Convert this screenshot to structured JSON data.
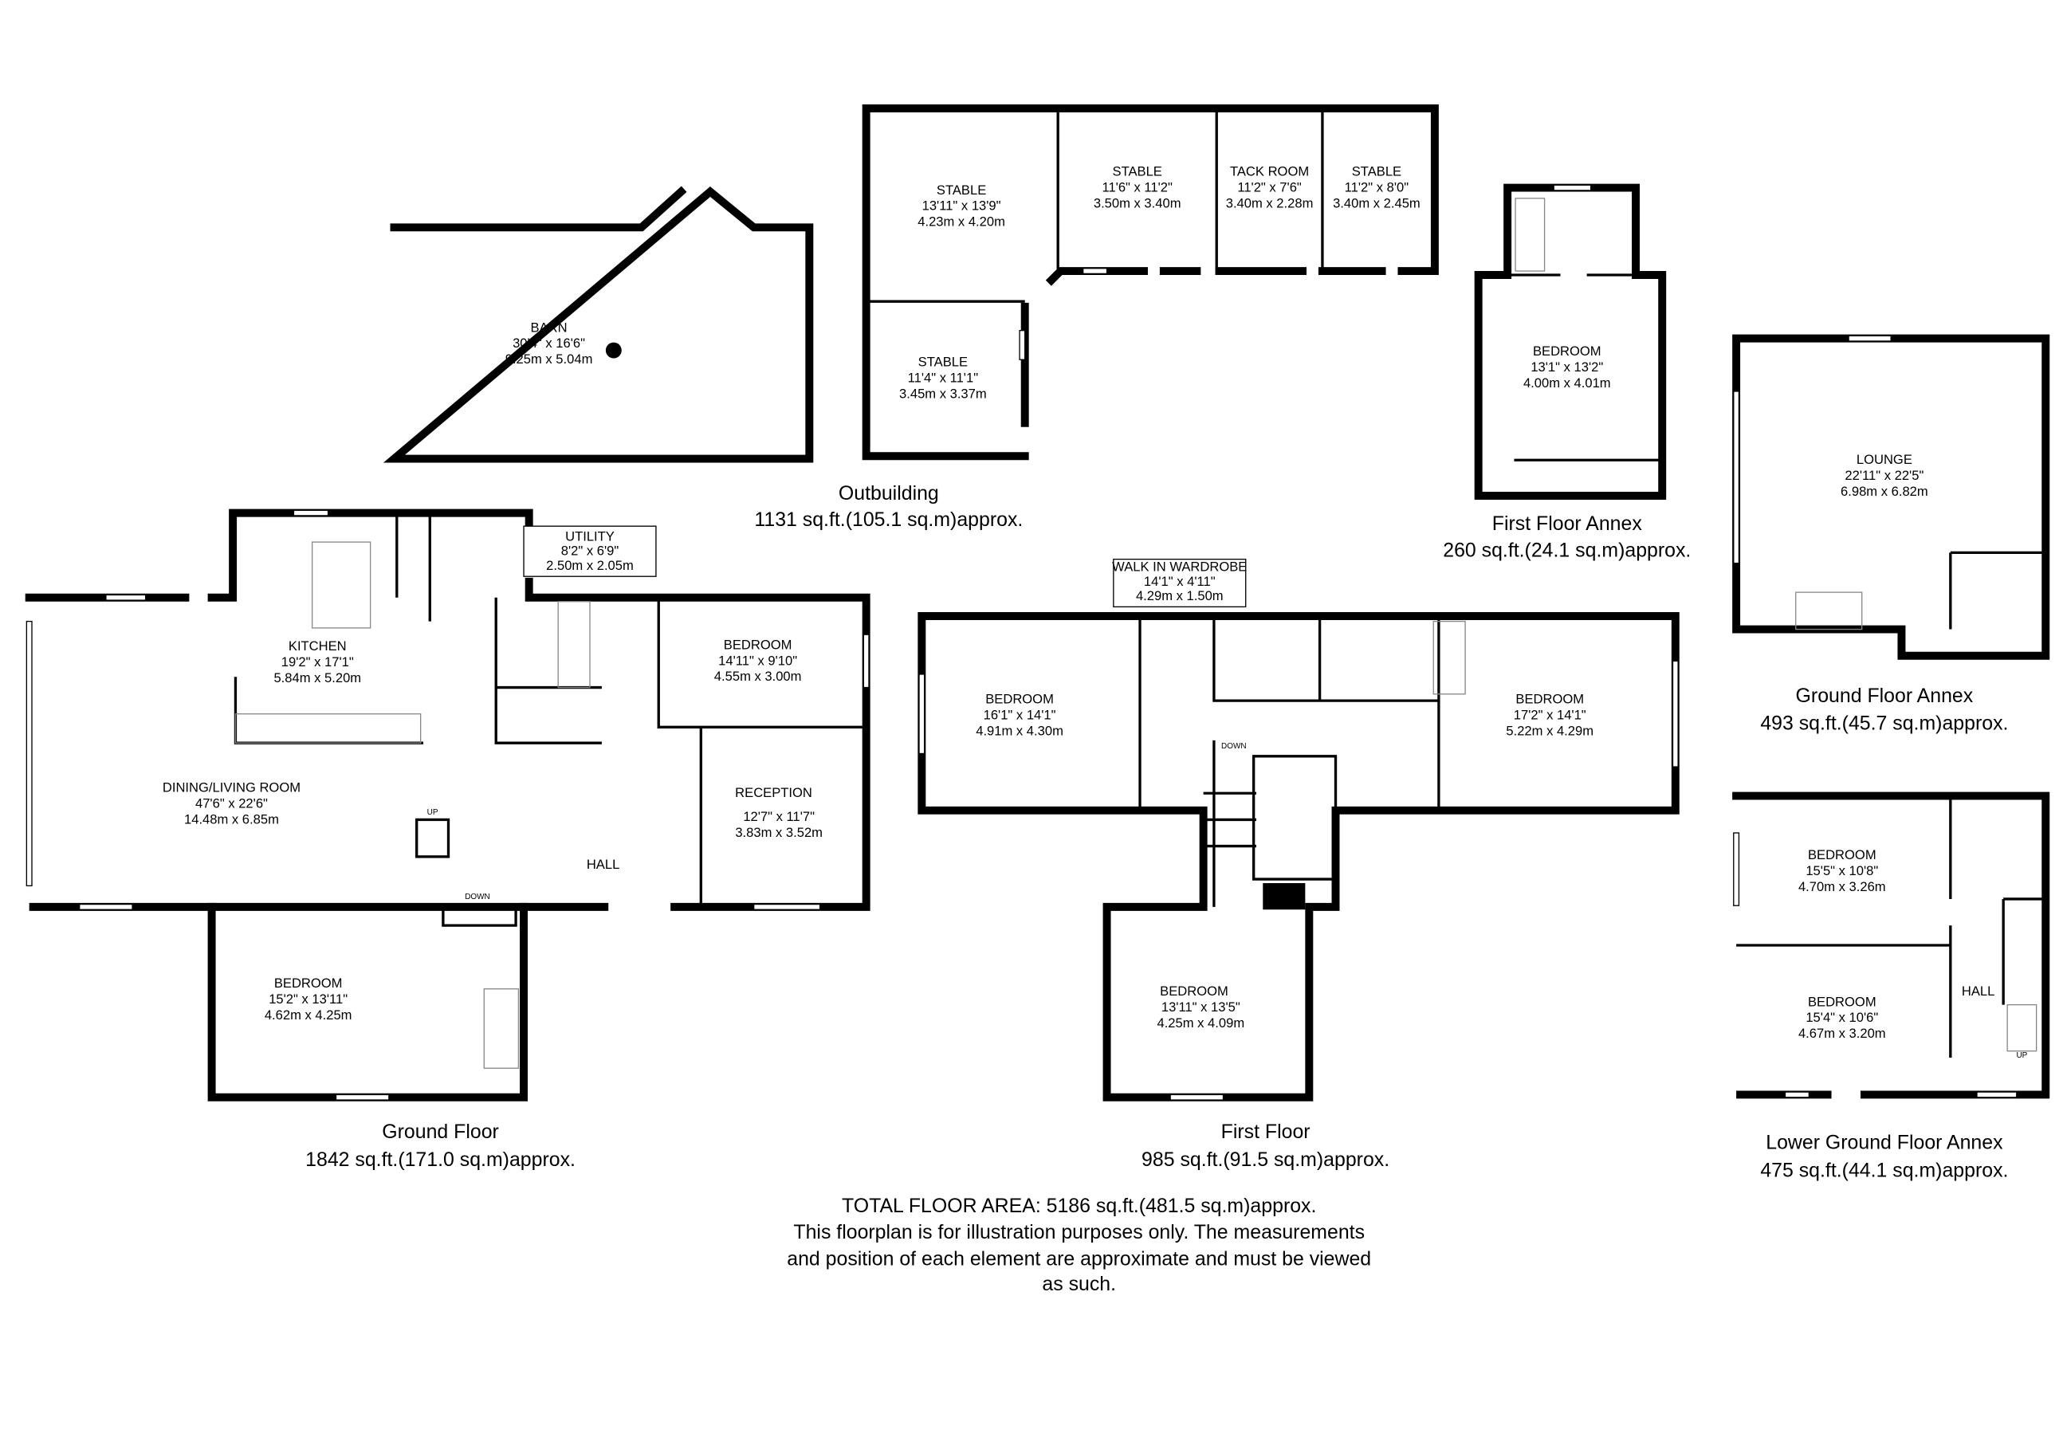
{
  "barn": {
    "name": "BARN",
    "imperial": "30'4\" x 16'6\"",
    "metric": "9.25m x 5.04m"
  },
  "outbuilding": {
    "rooms": [
      {
        "name": "STABLE",
        "imperial": "13'11\" x 13'9\"",
        "metric": "4.23m x 4.20m"
      },
      {
        "name": "STABLE",
        "imperial": "11'6\" x 11'2\"",
        "metric": "3.50m x 3.40m"
      },
      {
        "name": "TACK ROOM",
        "imperial": "11'2\" x 7'6\"",
        "metric": "3.40m x 2.28m"
      },
      {
        "name": "STABLE",
        "imperial": "11'2\" x 8'0\"",
        "metric": "3.40m x 2.45m"
      },
      {
        "name": "STABLE",
        "imperial": "11'4\" x 11'1\"",
        "metric": "3.45m x 3.37m"
      }
    ],
    "caption": "Outbuilding",
    "area": "1131 sq.ft.(105.1 sq.m)approx."
  },
  "first_floor_annex": {
    "rooms": [
      {
        "name": "BEDROOM",
        "imperial": "13'1\" x 13'2\"",
        "metric": "4.00m x 4.01m"
      }
    ],
    "caption": "First Floor Annex",
    "area": "260 sq.ft.(24.1 sq.m)approx."
  },
  "ground_floor_annex": {
    "rooms": [
      {
        "name": "LOUNGE",
        "imperial": "22'11\" x 22'5\"",
        "metric": "6.98m x 6.82m"
      }
    ],
    "caption": "Ground Floor Annex",
    "area": "493 sq.ft.(45.7 sq.m)approx."
  },
  "ground_floor": {
    "rooms": [
      {
        "name": "UTILITY",
        "imperial": "8'2\" x 6'9\"",
        "metric": "2.50m x 2.05m"
      },
      {
        "name": "KITCHEN",
        "imperial": "19'2\" x 17'1\"",
        "metric": "5.84m x 5.20m"
      },
      {
        "name": "BEDROOM",
        "imperial": "14'11\" x 9'10\"",
        "metric": "4.55m x 3.00m"
      },
      {
        "name": "DINING/LIVING ROOM",
        "imperial": "47'6\" x 22'6\"",
        "metric": "14.48m x 6.85m"
      },
      {
        "name": "RECEPTION",
        "imperial": "12'7\" x 11'7\"",
        "metric": "3.83m x 3.52m"
      },
      {
        "name": "BEDROOM",
        "imperial": "15'2\" x 13'11\"",
        "metric": "4.62m x 4.25m"
      }
    ],
    "hall": "HALL",
    "up": "UP",
    "down": "DOWN",
    "caption": "Ground Floor",
    "area": "1842 sq.ft.(171.0 sq.m)approx."
  },
  "first_floor": {
    "rooms": [
      {
        "name": "WALK IN WARDROBE",
        "imperial": "14'1\" x 4'11\"",
        "metric": "4.29m x 1.50m"
      },
      {
        "name": "BEDROOM",
        "imperial": "16'1\" x 14'1\"",
        "metric": "4.91m x 4.30m"
      },
      {
        "name": "BEDROOM",
        "imperial": "17'2\" x 14'1\"",
        "metric": "5.22m x 4.29m"
      },
      {
        "name": "BEDROOM",
        "imperial": "13'11\" x 13'5\"",
        "metric": "4.25m x 4.09m"
      }
    ],
    "down": "DOWN",
    "caption": "First Floor",
    "area": "985 sq.ft.(91.5 sq.m)approx."
  },
  "lower_ground_floor_annex": {
    "rooms": [
      {
        "name": "BEDROOM",
        "imperial": "15'5\" x 10'8\"",
        "metric": "4.70m x 3.26m"
      },
      {
        "name": "BEDROOM",
        "imperial": "15'4\" x 10'6\"",
        "metric": "4.67m x 3.20m"
      }
    ],
    "hall": "HALL",
    "up": "UP",
    "caption": "Lower Ground Floor Annex",
    "area": "475 sq.ft.(44.1 sq.m)approx."
  },
  "footer": {
    "total": "TOTAL FLOOR AREA: 5186 sq.ft.(481.5 sq.m)approx.",
    "line1": "This floorplan is for illustration purposes only. The measurements",
    "line2": "and position of each element are approximate and must be viewed",
    "line3": "as such."
  }
}
